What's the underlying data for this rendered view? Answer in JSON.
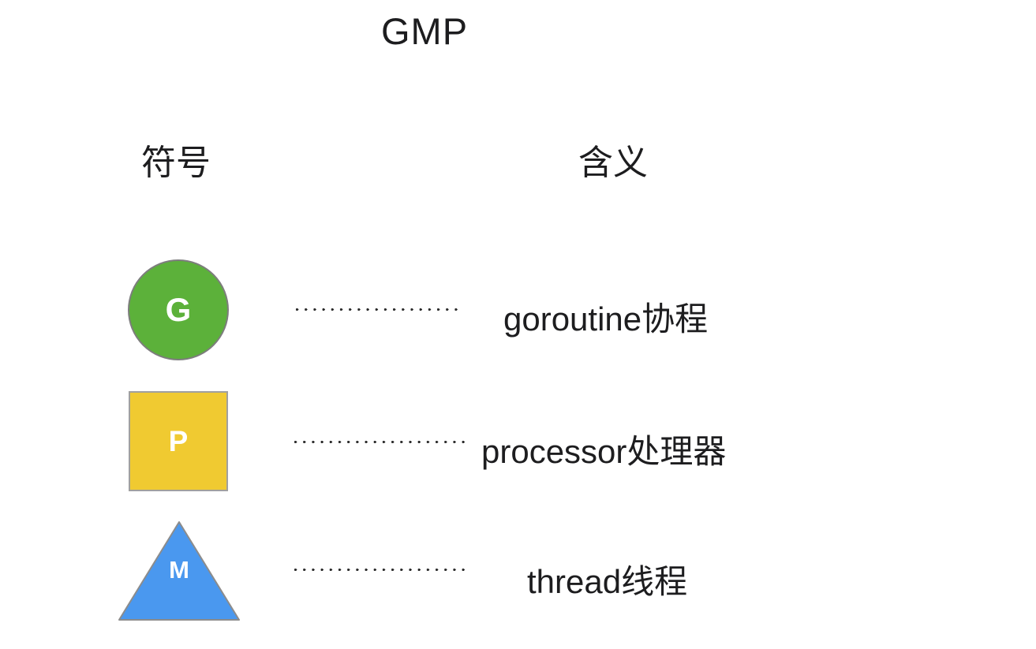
{
  "title": "GMP",
  "headers": {
    "symbol": "符号",
    "meaning": "含义"
  },
  "rows": [
    {
      "letter": "G",
      "shape": "circle",
      "fill": "#5cb13a",
      "border": "#7d7d7d",
      "meaning": "goroutine协程"
    },
    {
      "letter": "P",
      "shape": "square",
      "fill": "#f0ca31",
      "border": "#a0a0a0",
      "meaning": "processor处理器"
    },
    {
      "letter": "M",
      "shape": "triangle",
      "fill": "#4a98ef",
      "border": "#8c8c8c",
      "meaning": "thread线程"
    }
  ],
  "colors": {
    "background": "#ffffff",
    "text": "#1d1d1f",
    "letter_text": "#ffffff",
    "dotted_line": "#2b2b2b"
  }
}
